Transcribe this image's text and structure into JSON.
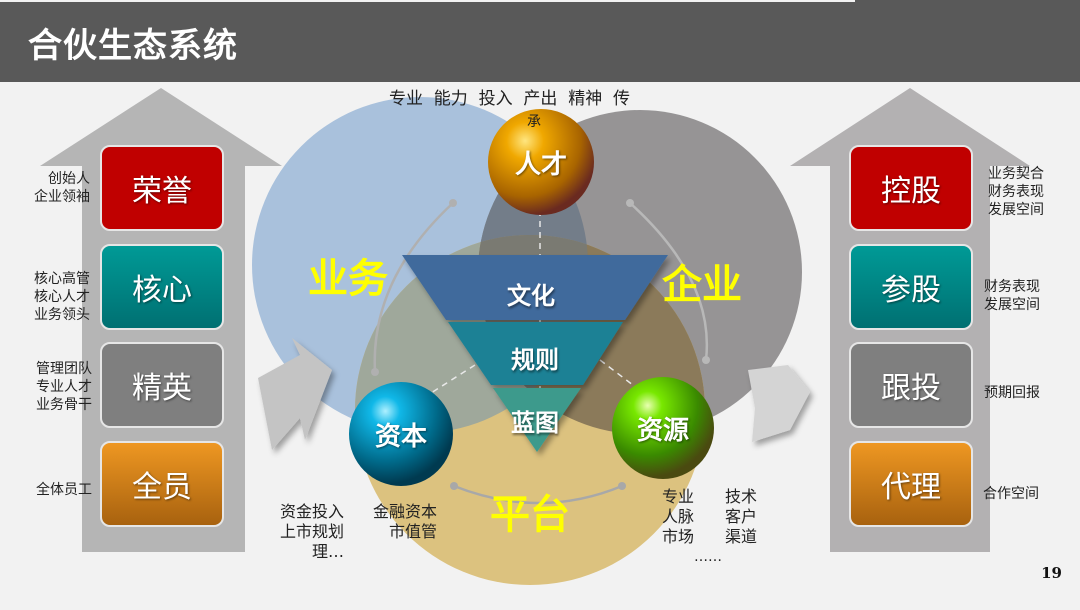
{
  "header": {
    "title": "合伙生态系统"
  },
  "left_column": {
    "tiers": [
      {
        "label": "荣誉",
        "color": "#c00000",
        "desc": [
          "创始人",
          "企业领袖"
        ]
      },
      {
        "label": "核心",
        "color": "#009999",
        "desc": [
          "核心高管",
          "核心人才",
          "业务领头"
        ]
      },
      {
        "label": "精英",
        "color": "#7f7f7f",
        "desc": [
          "管理团队",
          "专业人才",
          "业务骨干"
        ]
      },
      {
        "label": "全员",
        "color": "#e8951f",
        "desc": [
          "全体员工"
        ]
      }
    ]
  },
  "right_column": {
    "tiers": [
      {
        "label": "控股",
        "color": "#c00000",
        "desc": [
          "业务契合",
          "财务表现",
          "发展空间"
        ]
      },
      {
        "label": "参股",
        "color": "#009999",
        "desc": [
          "财务表现",
          "发展空间"
        ]
      },
      {
        "label": "跟投",
        "color": "#7f7f7f",
        "desc": [
          "预期回报"
        ]
      },
      {
        "label": "代理",
        "color": "#e8951f",
        "desc": [
          "合作空间"
        ]
      }
    ]
  },
  "center": {
    "top_caption": "专业  能力  投入  产出  精神  传",
    "top_caption_wrap": "承",
    "circles": [
      {
        "label": "业务",
        "color": "#a9c1dc"
      },
      {
        "label": "企业",
        "color": "#969495"
      },
      {
        "label": "平台",
        "color": "#dcc27f"
      }
    ],
    "funnel": [
      "文化",
      "规则",
      "蓝图"
    ],
    "balls": [
      {
        "label": "人才",
        "color": "#f0a800"
      },
      {
        "label": "资本",
        "color": "#0090b8"
      },
      {
        "label": "资源",
        "color": "#5cc000"
      }
    ],
    "capital_notes": {
      "col1": [
        "资金投入",
        "上市规划",
        "理…"
      ],
      "col2": [
        "金融资本",
        "市值管"
      ]
    },
    "resource_notes": {
      "col1": [
        "专业",
        "人脉",
        "市场"
      ],
      "col2": [
        "技术",
        "客户",
        "渠道"
      ],
      "ellipsis": "……"
    }
  },
  "footer": {
    "page_number": "19"
  }
}
